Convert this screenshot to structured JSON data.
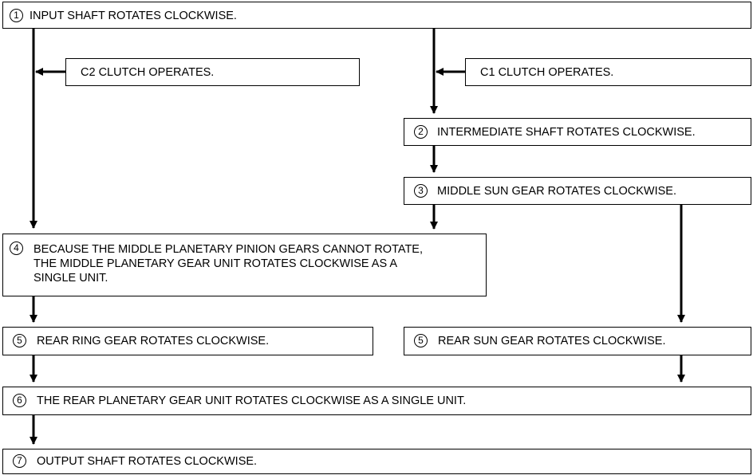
{
  "steps": {
    "s1": {
      "num": "1",
      "text": "INPUT SHAFT ROTATES CLOCKWISE."
    },
    "s2": {
      "num": "2",
      "text": "INTERMEDIATE SHAFT ROTATES CLOCKWISE."
    },
    "s3": {
      "num": "3",
      "text": "MIDDLE SUN GEAR ROTATES CLOCKWISE."
    },
    "s4": {
      "num": "4",
      "lines": [
        "BECAUSE THE MIDDLE PLANETARY PINION GEARS CANNOT ROTATE,",
        "THE MIDDLE PLANETARY GEAR UNIT ROTATES CLOCKWISE AS A",
        "SINGLE UNIT."
      ]
    },
    "s5a": {
      "num": "5",
      "text": "REAR RING GEAR ROTATES CLOCKWISE."
    },
    "s5b": {
      "num": "5",
      "text": "REAR SUN GEAR ROTATES CLOCKWISE."
    },
    "s6": {
      "num": "6",
      "text": "THE REAR PLANETARY GEAR UNIT ROTATES CLOCKWISE AS A SINGLE UNIT."
    },
    "s7": {
      "num": "7",
      "text": "OUTPUT SHAFT ROTATES CLOCKWISE."
    }
  },
  "conditions": {
    "c2": "C2 CLUTCH OPERATES.",
    "c1": "C1 CLUTCH OPERATES."
  }
}
